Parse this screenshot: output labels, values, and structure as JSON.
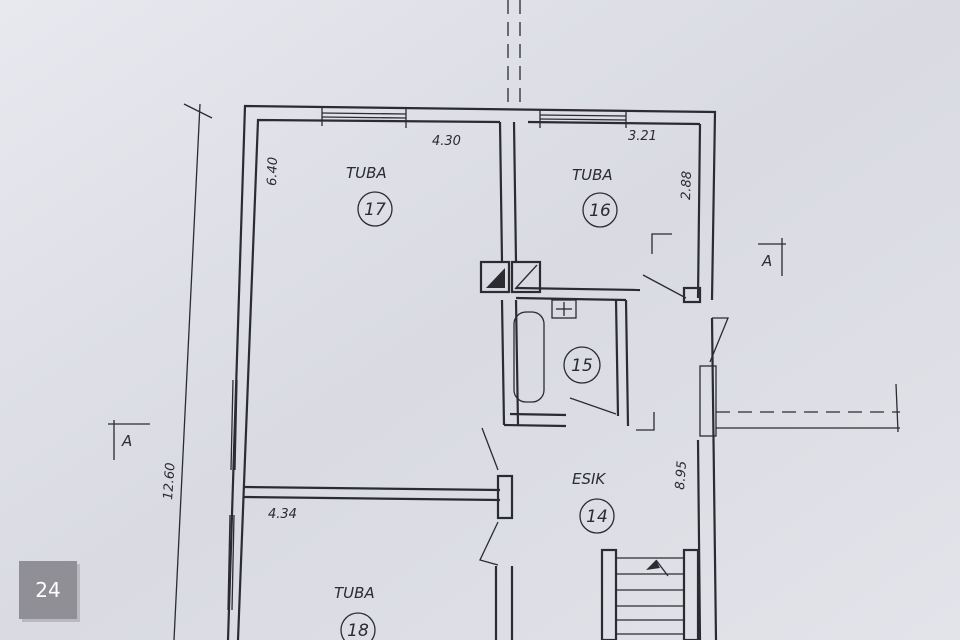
{
  "rooms": [
    {
      "name": "TUBA",
      "number": "17"
    },
    {
      "name": "TUBA",
      "number": "16"
    },
    {
      "name": "",
      "number": "15"
    },
    {
      "name": "ESIK",
      "number": "14"
    },
    {
      "name": "TUBA",
      "number": "18"
    }
  ],
  "dimensions": {
    "room17_width": "4.30",
    "room16_width": "3.21",
    "room17_depth": "6.40",
    "room16_depth": "2.88",
    "total_length": "12.60",
    "hall_length": "8.95",
    "room18_width": "4.34"
  },
  "section_marks": [
    "A",
    "A"
  ],
  "page_badge": "24"
}
